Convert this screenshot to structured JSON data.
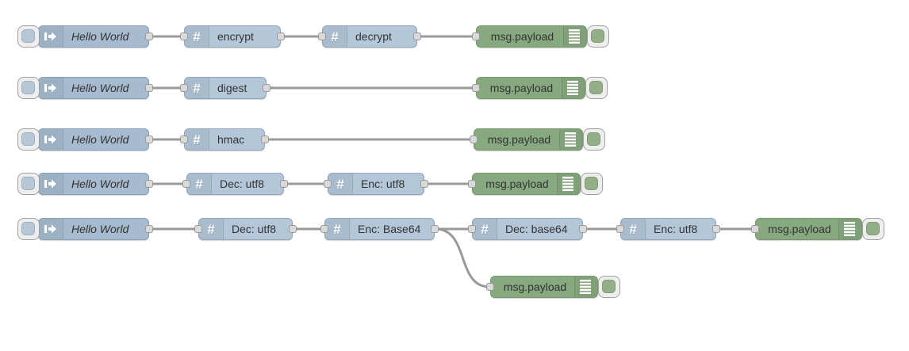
{
  "colors": {
    "inject_fill": "#a6bbcf",
    "func_fill": "#b3c7d9",
    "debug_fill": "#87a980",
    "wire": "#999999",
    "port_fill": "#d9d9d9",
    "label": "#333333",
    "canvas_bg": "#ffffff"
  },
  "icons": {
    "function_glyph": "#",
    "inject": "arrow-in-icon",
    "debug": "list-icon"
  },
  "nodes": {
    "r1_inject": {
      "type": "inject",
      "label": "Hello World"
    },
    "r1_encrypt": {
      "type": "function",
      "label": "encrypt"
    },
    "r1_decrypt": {
      "type": "function",
      "label": "decrypt"
    },
    "r1_debug": {
      "type": "debug",
      "label": "msg.payload"
    },
    "r2_inject": {
      "type": "inject",
      "label": "Hello World"
    },
    "r2_digest": {
      "type": "function",
      "label": "digest"
    },
    "r2_debug": {
      "type": "debug",
      "label": "msg.payload"
    },
    "r3_inject": {
      "type": "inject",
      "label": "Hello World"
    },
    "r3_hmac": {
      "type": "function",
      "label": "hmac"
    },
    "r3_debug": {
      "type": "debug",
      "label": "msg.payload"
    },
    "r4_inject": {
      "type": "inject",
      "label": "Hello World"
    },
    "r4_dec_utf8": {
      "type": "function",
      "label": "Dec: utf8"
    },
    "r4_enc_utf8": {
      "type": "function",
      "label": "Enc: utf8"
    },
    "r4_debug": {
      "type": "debug",
      "label": "msg.payload"
    },
    "r5_inject": {
      "type": "inject",
      "label": "Hello World"
    },
    "r5_dec_utf8": {
      "type": "function",
      "label": "Dec: utf8"
    },
    "r5_enc_base64": {
      "type": "function",
      "label": "Enc: Base64"
    },
    "r5_dec_base64": {
      "type": "function",
      "label": "Dec: base64"
    },
    "r5_enc_utf8": {
      "type": "function",
      "label": "Enc: utf8"
    },
    "r5_debug": {
      "type": "debug",
      "label": "msg.payload"
    },
    "r5_debug_branch": {
      "type": "debug",
      "label": "msg.payload"
    }
  },
  "wires": [
    {
      "from": "r1_inject",
      "to": "r1_encrypt"
    },
    {
      "from": "r1_encrypt",
      "to": "r1_decrypt"
    },
    {
      "from": "r1_decrypt",
      "to": "r1_debug"
    },
    {
      "from": "r2_inject",
      "to": "r2_digest"
    },
    {
      "from": "r2_digest",
      "to": "r2_debug"
    },
    {
      "from": "r3_inject",
      "to": "r3_hmac"
    },
    {
      "from": "r3_hmac",
      "to": "r3_debug"
    },
    {
      "from": "r4_inject",
      "to": "r4_dec_utf8"
    },
    {
      "from": "r4_dec_utf8",
      "to": "r4_enc_utf8"
    },
    {
      "from": "r4_enc_utf8",
      "to": "r4_debug"
    },
    {
      "from": "r5_inject",
      "to": "r5_dec_utf8"
    },
    {
      "from": "r5_dec_utf8",
      "to": "r5_enc_base64"
    },
    {
      "from": "r5_enc_base64",
      "to": "r5_dec_base64"
    },
    {
      "from": "r5_enc_base64",
      "to": "r5_debug_branch"
    },
    {
      "from": "r5_dec_base64",
      "to": "r5_enc_utf8"
    },
    {
      "from": "r5_enc_utf8",
      "to": "r5_debug"
    }
  ]
}
